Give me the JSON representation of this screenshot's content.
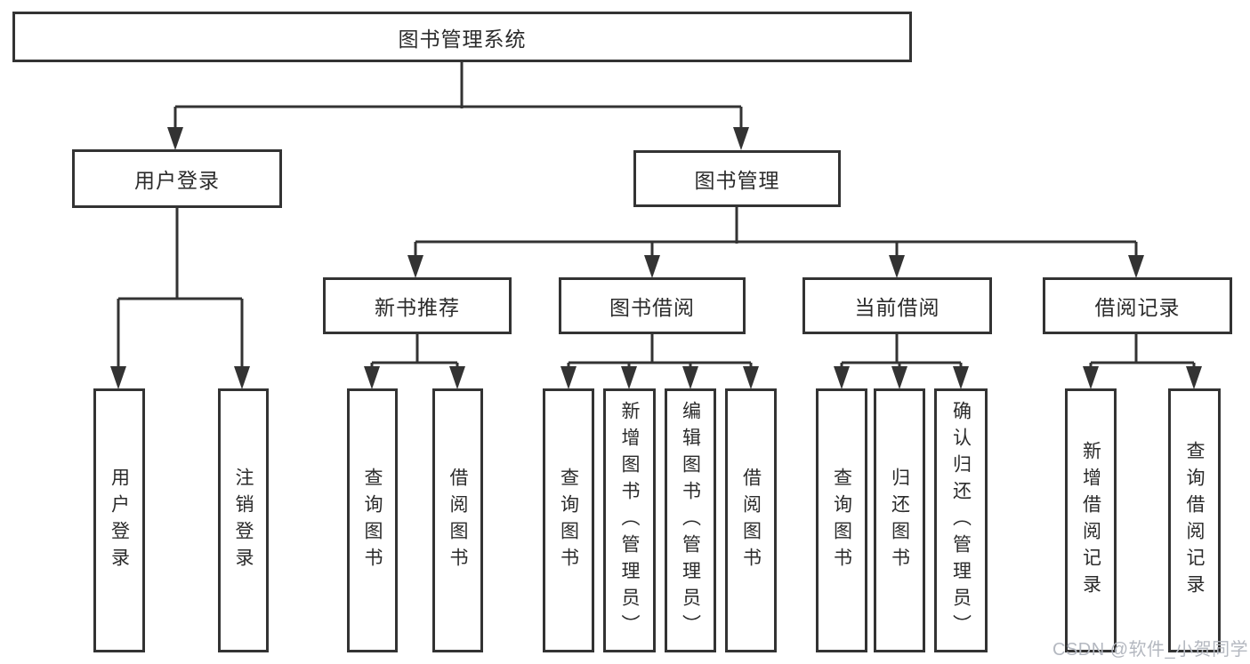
{
  "diagram_title": "图书管理系统",
  "tree": {
    "label": "图书管理系统",
    "children": [
      {
        "label": "用户登录",
        "children": [
          {
            "label": "用户登录"
          },
          {
            "label": "注销登录"
          }
        ]
      },
      {
        "label": "图书管理",
        "children": [
          {
            "label": "新书推荐",
            "children": [
              {
                "label": "查询图书"
              },
              {
                "label": "借阅图书"
              }
            ]
          },
          {
            "label": "图书借阅",
            "children": [
              {
                "label": "查询图书"
              },
              {
                "label": "新增图书（管理员）"
              },
              {
                "label": "编辑图书（管理员）"
              },
              {
                "label": "借阅图书"
              }
            ]
          },
          {
            "label": "当前借阅",
            "children": [
              {
                "label": "查询图书"
              },
              {
                "label": "归还图书"
              },
              {
                "label": "确认归还（管理员）"
              }
            ]
          },
          {
            "label": "借阅记录",
            "children": [
              {
                "label": "新增借阅记录"
              },
              {
                "label": "查询借阅记录"
              }
            ]
          }
        ]
      }
    ]
  },
  "watermark": "CSDN @软件_小贺同学",
  "colors": {
    "line": "#333333",
    "box_border": "#333333",
    "box_fill": "#ffffff",
    "text": "#2b2b2b",
    "watermark": "#b4b8c0"
  }
}
